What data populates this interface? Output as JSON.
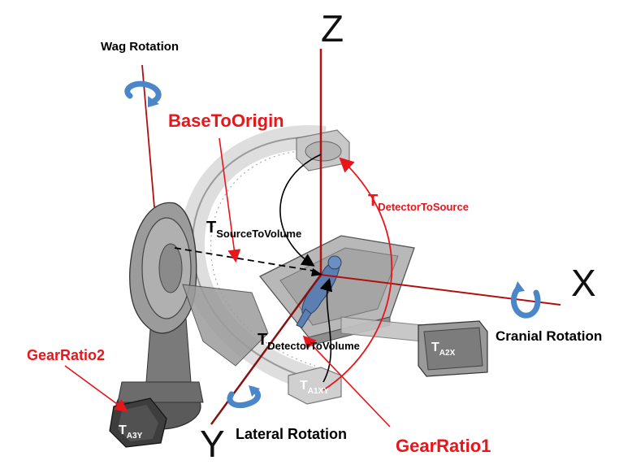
{
  "axes": {
    "z": "Z",
    "x": "X",
    "y": "Y"
  },
  "rotations": {
    "wag": "Wag Rotation",
    "cranial": "Cranial Rotation",
    "lateral": "Lateral Rotation"
  },
  "red_labels": {
    "base_to_origin": "BaseToOrigin",
    "gear_ratio_1": "GearRatio1",
    "gear_ratio_2": "GearRatio2"
  },
  "transforms": {
    "source_to_volume": {
      "main": "T",
      "sub": "SourceToVolume"
    },
    "detector_to_source": {
      "main": "T",
      "sub": "DetectorToSource"
    },
    "detector_to_volume": {
      "main": "T",
      "sub": "DetectorToVolume"
    },
    "a1xy": {
      "main": "T",
      "sub": "A1XY"
    },
    "a2x": {
      "main": "T",
      "sub": "A2X"
    },
    "a3y": {
      "main": "T",
      "sub": "A3Y"
    }
  },
  "colors": {
    "label_red": "#e8161b",
    "axis_line": "#b01010",
    "arrow_blue": "#4a86c8",
    "machine_gray": "#8c8c8c",
    "patient_blue": "#5a7fb0"
  }
}
